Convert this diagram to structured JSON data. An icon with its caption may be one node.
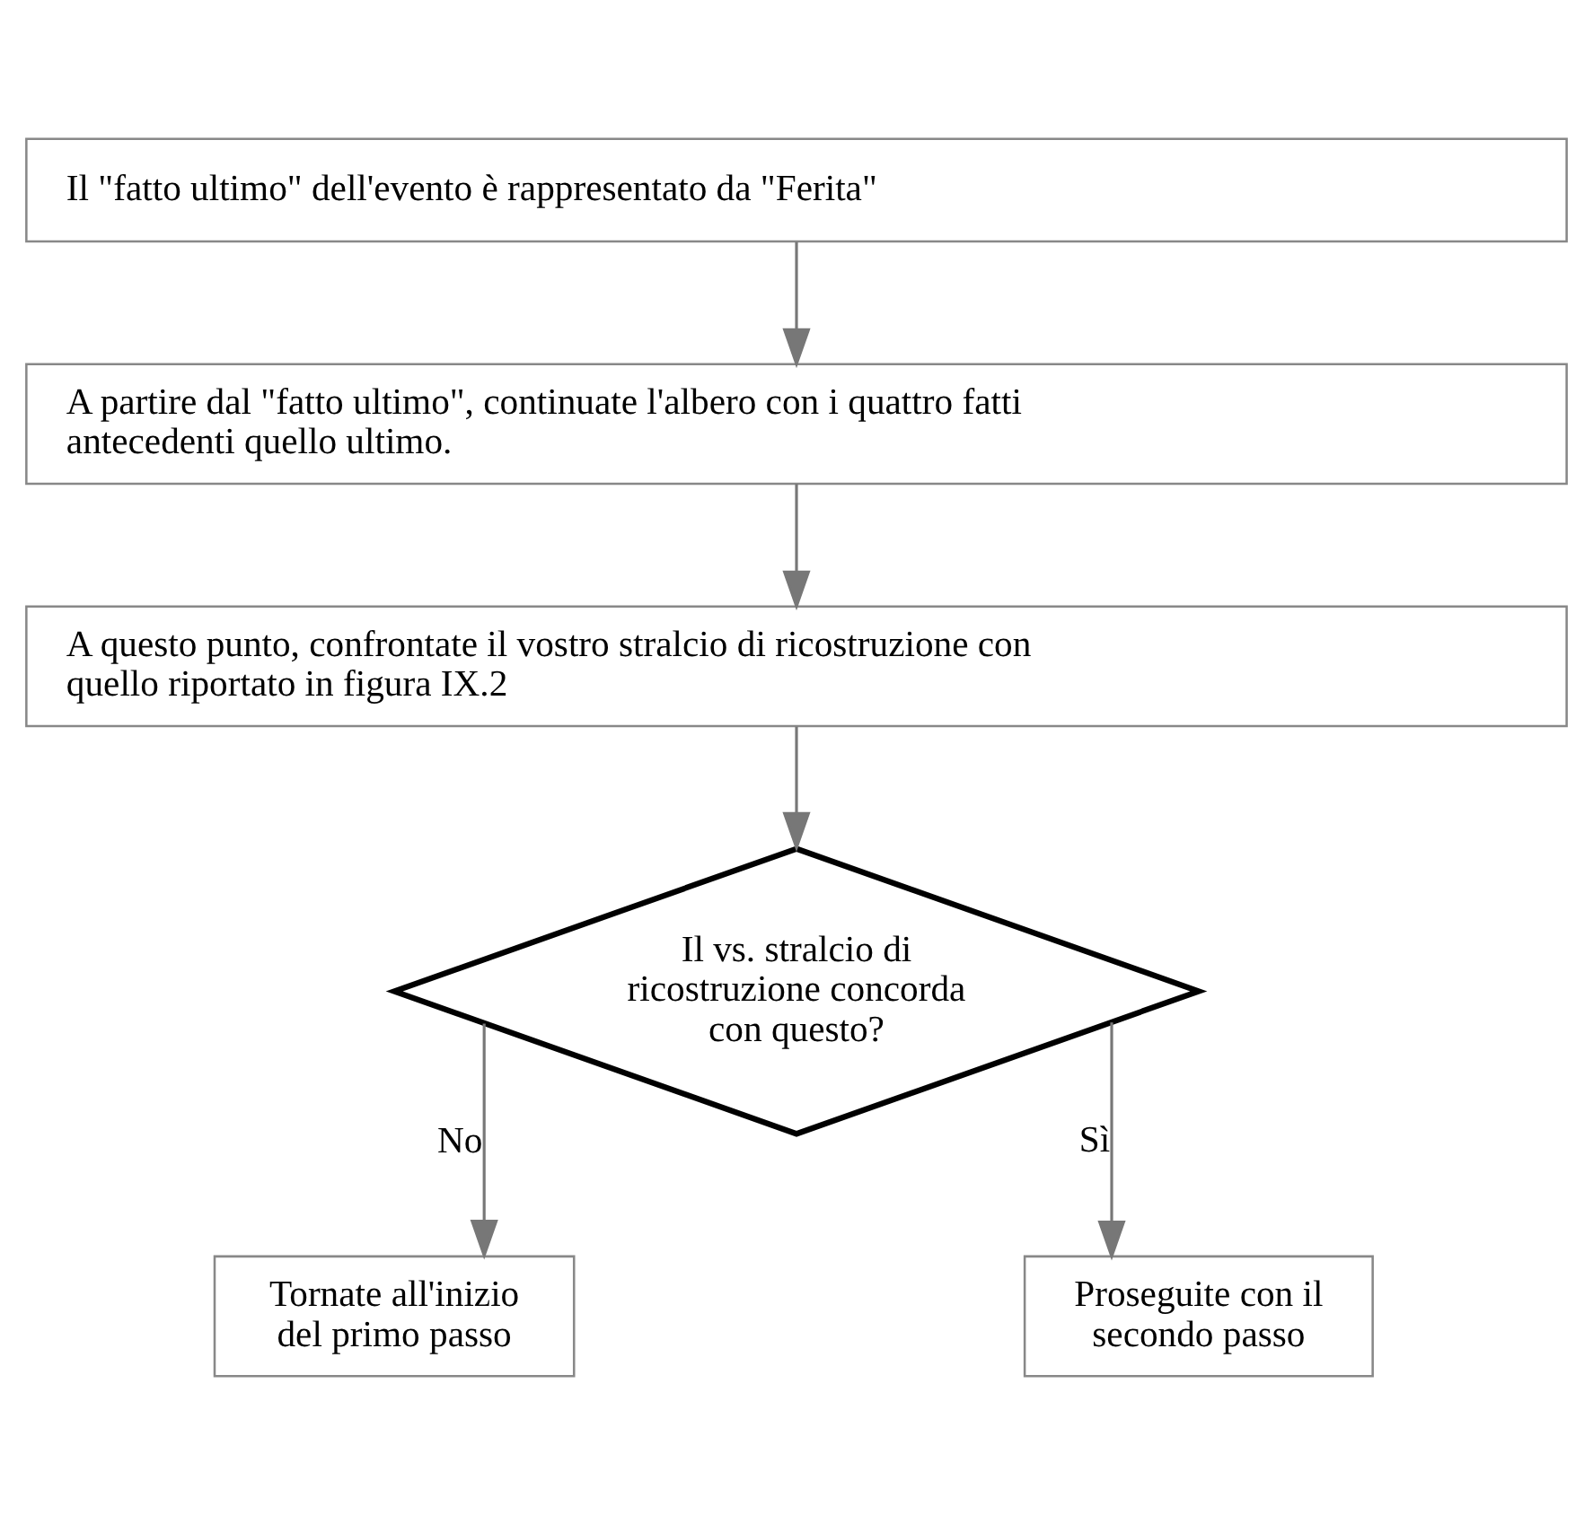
{
  "diagram": {
    "nodes": [
      {
        "text": [
          "Il \"fatto ultimo\" dell'evento è rappresentato da \"Ferita\""
        ]
      },
      {
        "text": [
          "A partire dal \"fatto ultimo\", continuate l'albero con i quattro fatti antecedenti quello ultimo."
        ]
      },
      {
        "text": [
          "A questo punto, confrontate il vostro stralcio di ricostruzione con quello riportato in figura IX.2"
        ]
      },
      {
        "text": [
          "Il vs. stralcio di ricostruzione concorda con questo?"
        ]
      },
      {
        "text": [
          "Tornate all'inizio del primo passo"
        ]
      },
      {
        "text": [
          "Proseguite con il secondo passo"
        ]
      }
    ],
    "edges": [
      {
        "from": 0,
        "to": 1,
        "arrow": "to"
      },
      {
        "from": 1,
        "to": 2,
        "arrow": "to"
      },
      {
        "from": 2,
        "to": 3,
        "arrow": "to"
      },
      {
        "from": 3,
        "to": 4,
        "arrow": "to",
        "label": "No"
      },
      {
        "from": 3,
        "to": 5,
        "arrow": "to",
        "label": "Sì"
      }
    ]
  }
}
